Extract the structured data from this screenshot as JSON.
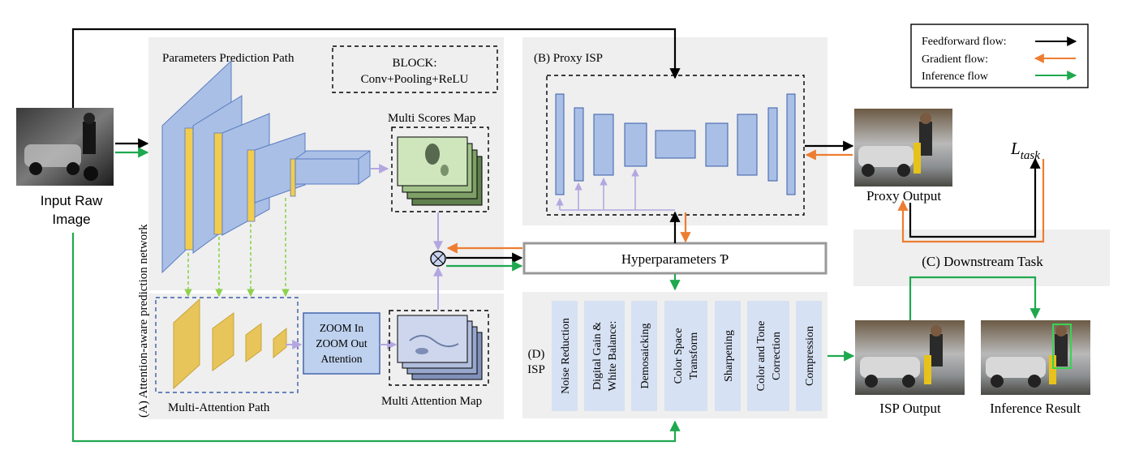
{
  "colors": {
    "panel": "#efefef",
    "block_fill": "#a9bfe6",
    "block_stroke": "#5b7dc0",
    "yellow": "#f2cc4e",
    "feedforward": "#000000",
    "gradient": "#ed7d31",
    "inference": "#1fa84f",
    "lavender": "#b4a7e0",
    "dashed_green": "#8fd14f",
    "attention_box": "#bed1ee"
  },
  "input": {
    "label_line1": "Input Raw",
    "label_line2": "Image"
  },
  "params_path": {
    "title": "Parameters Prediction Path",
    "block_legend_line1": "BLOCK:",
    "block_legend_line2": "Conv+Pooling+ReLU",
    "scores_map_label": "Multi Scores Map"
  },
  "vertical_label": "(A) Attention-aware prediction network",
  "attention_path": {
    "label": "Multi-Attention Path",
    "zoom_line1": "ZOOM In",
    "zoom_line2": "ZOOM Out",
    "zoom_line3": "Attention",
    "attention_map_label": "Multi Attention Map"
  },
  "proxy_isp": {
    "title": "(B) Proxy ISP"
  },
  "hyperparameters": {
    "label": "Hyperparameters Ƥ"
  },
  "isp": {
    "title_line1": "(D)",
    "title_line2": "ISP",
    "stages": [
      {
        "line1": "Noise Reduction",
        "line2": ""
      },
      {
        "line1": "Digital Gain &",
        "line2": "White Balance:"
      },
      {
        "line1": "Demosaicking",
        "line2": ""
      },
      {
        "line1": "Color Space",
        "line2": "Transform"
      },
      {
        "line1": "Sharpening",
        "line2": ""
      },
      {
        "line1": "Color and Tone",
        "line2": "Correction"
      },
      {
        "line1": "Compression",
        "line2": ""
      }
    ]
  },
  "legend": {
    "feedforward": "Feedforward flow:",
    "gradient": "Gradient flow:",
    "inference": "Inference flow"
  },
  "outputs": {
    "proxy_output": "Proxy Output",
    "loss_main": "L",
    "loss_sub": "task",
    "downstream": "(C) Downstream Task",
    "isp_output": "ISP Output",
    "inference_result": "Inference Result"
  }
}
